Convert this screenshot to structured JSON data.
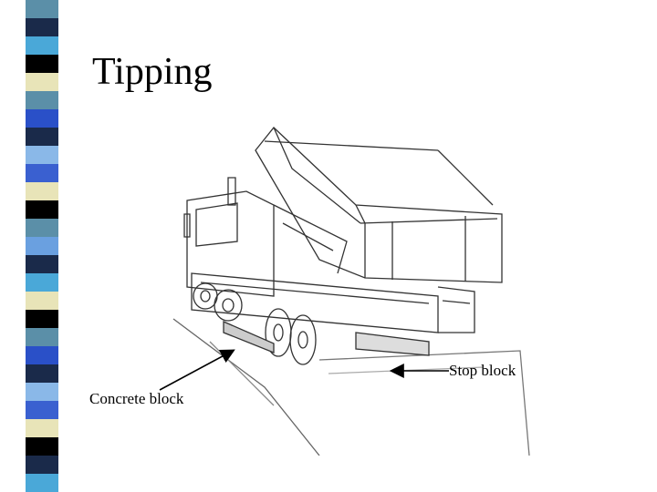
{
  "slide": {
    "title": "Tipping"
  },
  "callouts": {
    "stop_block": "Stop block",
    "concrete_block": "Concrete block"
  },
  "colors": {
    "stripe_pattern": [
      "#5b8fa8",
      "#1a2a4a",
      "#4aa8d8",
      "#000000",
      "#e8e4b8",
      "#5b8fa8",
      "#2a50c8",
      "#1a2a4a",
      "#8ab8e8",
      "#3a60d0",
      "#e8e4b8",
      "#000000",
      "#5b8fa8",
      "#6aa0e0",
      "#1a2a4a",
      "#4aa8d8",
      "#e8e4b8",
      "#000000",
      "#5b8fa8",
      "#2a50c8",
      "#1a2a4a",
      "#8ab8e8",
      "#3a60d0",
      "#e8e4b8",
      "#000000",
      "#1a2a4a",
      "#4aa8d8"
    ]
  }
}
